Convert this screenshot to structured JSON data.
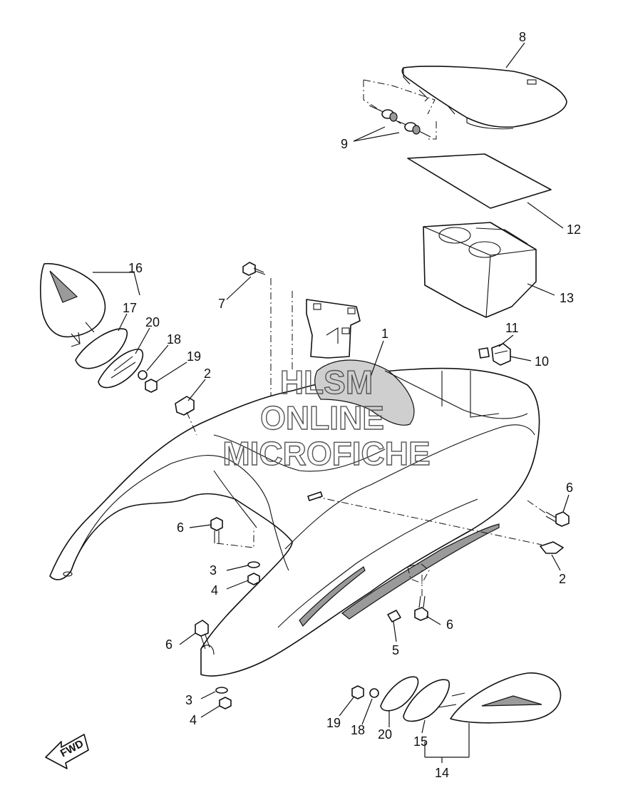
{
  "watermark": {
    "line1": "HLSM",
    "line2": "ONLINE",
    "line3": "MICROFICHE"
  },
  "direction_label": "FWD",
  "callouts": {
    "c1": "1",
    "c2a": "2",
    "c2b": "2",
    "c3a": "3",
    "c3b": "3",
    "c4a": "4",
    "c4b": "4",
    "c5": "5",
    "c6a": "6",
    "c6b": "6",
    "c6c": "6",
    "c6d": "6",
    "c7": "7",
    "c8": "8",
    "c9": "9",
    "c10": "10",
    "c11": "11",
    "c12": "12",
    "c13": "13",
    "c14": "14",
    "c15": "15",
    "c16": "16",
    "c17": "17",
    "c18a": "18",
    "c18b": "18",
    "c19a": "19",
    "c19b": "19",
    "c20a": "20",
    "c20b": "20"
  }
}
